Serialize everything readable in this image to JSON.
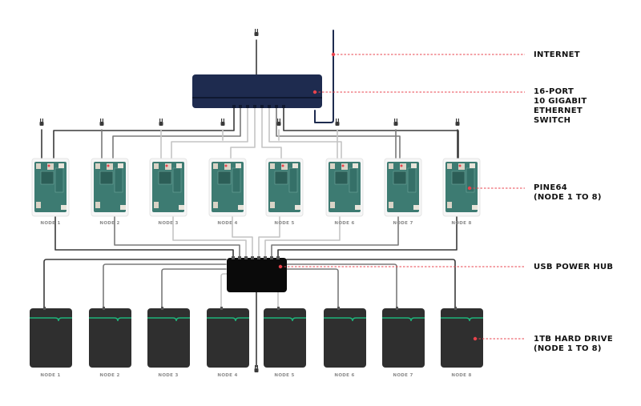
{
  "nodes": {
    "board_captions": [
      "NODE 1",
      "NODE 2",
      "NODE 3",
      "NODE 4",
      "NODE 5",
      "NODE 6",
      "NODE 7",
      "NODE 8"
    ],
    "drive_captions": [
      "NODE 1",
      "NODE 2",
      "NODE 3",
      "NODE 4",
      "NODE 5",
      "NODE 6",
      "NODE 7",
      "NODE 8"
    ]
  },
  "labels": {
    "internet": "INTERNET",
    "switch": [
      "16-PORT",
      "10 GIGABIT",
      "ETHERNET",
      "SWITCH"
    ],
    "pine64": [
      "PINE64",
      "(NODE 1 TO 8)"
    ],
    "hub": "USB POWER HUB",
    "drive": [
      "1TB HARD DRIVE",
      "(NODE 1 TO 8)"
    ]
  },
  "colors": {
    "switch": "#1e2b4f",
    "hub": "#0a0a0a",
    "drive": "#2f2f2f",
    "drive_stripe": "#1fb37a",
    "board": "#3d7b72",
    "callout": "#e8434c",
    "cable_dark": "#3a3a3a",
    "cable_mid": "#7a7a7a",
    "cable_light": "#c4c4c4"
  }
}
